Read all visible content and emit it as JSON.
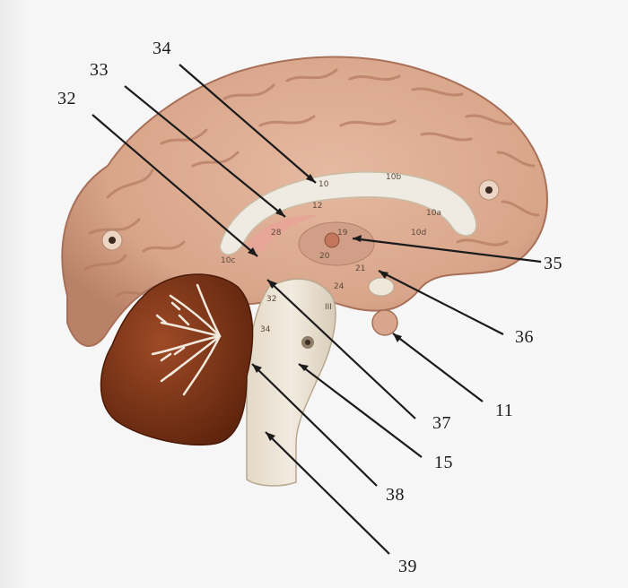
{
  "callouts": [
    {
      "id": "32",
      "text": "32"
    },
    {
      "id": "33",
      "text": "33"
    },
    {
      "id": "34",
      "text": "34"
    },
    {
      "id": "35",
      "text": "35"
    },
    {
      "id": "36",
      "text": "36"
    },
    {
      "id": "11",
      "text": "11"
    },
    {
      "id": "37",
      "text": "37"
    },
    {
      "id": "15",
      "text": "15"
    },
    {
      "id": "38",
      "text": "38"
    },
    {
      "id": "39",
      "text": "39"
    }
  ],
  "model_marks": {
    "m12": "12",
    "m19": "19",
    "m20": "20",
    "m21": "21",
    "m24": "24",
    "m28": "28",
    "m32": "32",
    "m10c": "10c",
    "m10b": "10b",
    "m10a": "10a",
    "m10d": "10d",
    "m34": "34",
    "m3": "III",
    "m10": "10"
  },
  "colors": {
    "cortex": "#d9a98e",
    "cortex_shadow": "#b98168",
    "corpus_callosum": "#eeeae1",
    "brainstem": "#ece4d6",
    "cerebellum_white": "#f1e9de",
    "cerebellum_gray": "#8a3b1f",
    "cerebellum_lobe": "#7a3516",
    "fornix_pink": "#e9a79b",
    "pituitary": "#d9a78d"
  }
}
